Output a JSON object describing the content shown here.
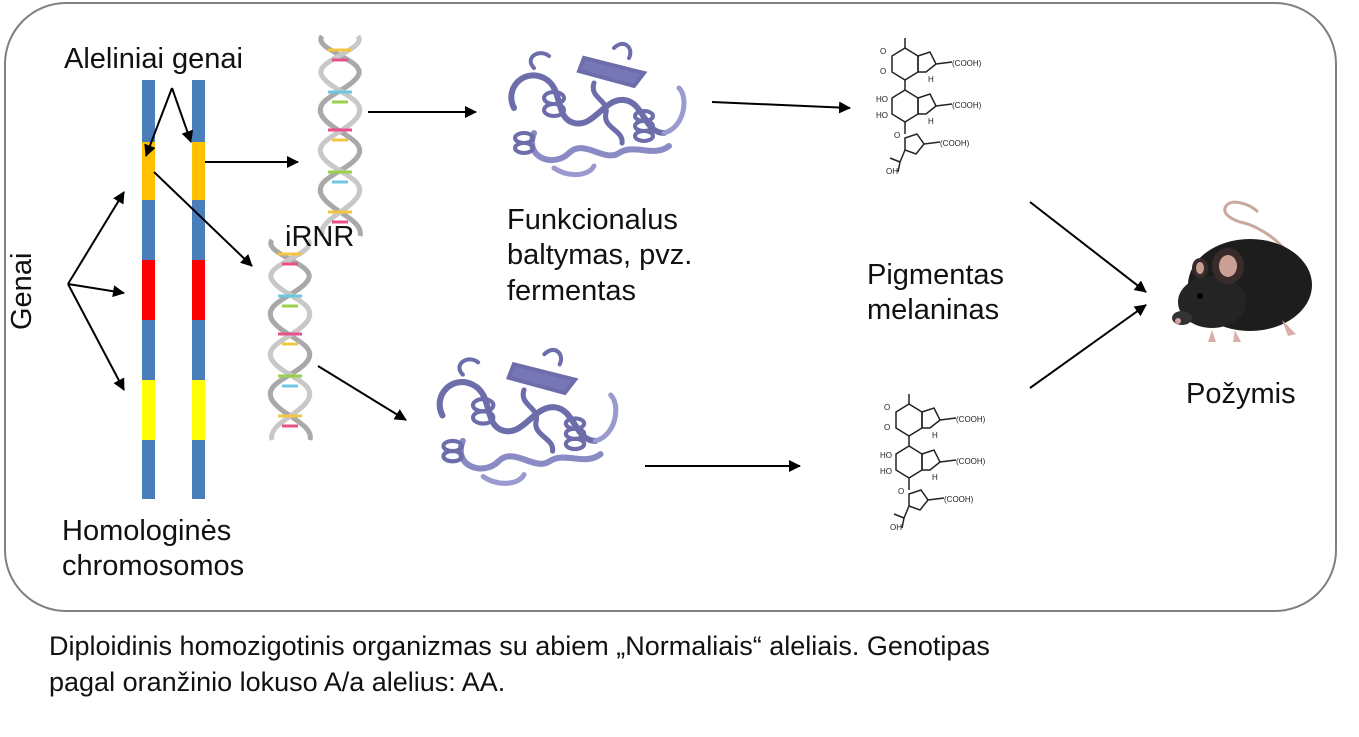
{
  "labels": {
    "alleles": "Aleliniai genai",
    "genes": "Genai",
    "mrna": "iRNR",
    "protein_line1": "Funkcionalus",
    "protein_line2": "baltymas, pvz.",
    "protein_line3": "fermentas",
    "pigment_line1": "Pigmentas",
    "pigment_line2": "melaninas",
    "trait": "Požymis",
    "chromosomes_line1": "Homologinės",
    "chromosomes_line2": "chromosomos"
  },
  "chemistry": {
    "cooh": "(COOH)",
    "ho": "HO",
    "oh": "OH",
    "o": "O",
    "h": "H"
  },
  "caption": {
    "line1": "Diploidinis homozigotinis organizmas su abiem „Normaliais“ aleliais. Genotipas",
    "line2": "pagal oranžinio lokuso A/a alelius: AA."
  },
  "colors": {
    "chromosome_blue": "#4a7ebb",
    "allele_orange": "#ffc000",
    "gene_red": "#ff0000",
    "gene_yellow": "#ffff00",
    "protein_purple": "#7f7fc0",
    "frame_gray": "#808080"
  },
  "icons": {
    "mrna": "dna-helix-icon",
    "protein": "protein-ribbon-icon",
    "pigment": "melanin-structure-icon",
    "trait": "black-mouse-icon"
  }
}
